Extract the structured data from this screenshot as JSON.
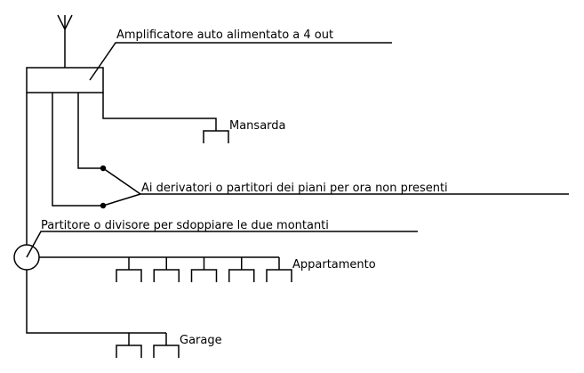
{
  "labels": {
    "amplifier": "Amplificatore auto alimentato a 4 out",
    "attic": "Mansarda",
    "derivators": "Ai derivatori o partitori dei piani per ora non presenti",
    "splitter": "Partitore o divisore per sdoppiare le due montanti",
    "apartment": "Appartamento",
    "garage": "Garage"
  },
  "counts": {
    "apartment_outlets": 5,
    "garage_outlets": 2
  }
}
